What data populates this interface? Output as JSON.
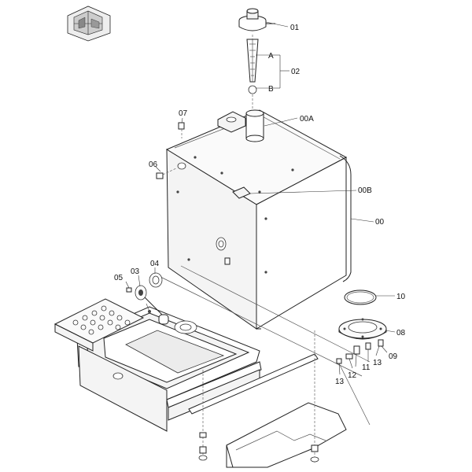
{
  "parts": [
    {
      "id": "p01",
      "label": "01"
    },
    {
      "id": "p02",
      "label": "02"
    },
    {
      "id": "pA",
      "label": "A"
    },
    {
      "id": "pB",
      "label": "B"
    },
    {
      "id": "p00A",
      "label": "00A"
    },
    {
      "id": "p07",
      "label": "07"
    },
    {
      "id": "p06",
      "label": "06"
    },
    {
      "id": "p00B",
      "label": "00B"
    },
    {
      "id": "p00",
      "label": "00"
    },
    {
      "id": "p03",
      "label": "03"
    },
    {
      "id": "p04",
      "label": "04"
    },
    {
      "id": "p05",
      "label": "05"
    },
    {
      "id": "p10",
      "label": "10"
    },
    {
      "id": "p08",
      "label": "08"
    },
    {
      "id": "p09",
      "label": "09"
    },
    {
      "id": "p11",
      "label": "11"
    },
    {
      "id": "p12",
      "label": "12"
    },
    {
      "id": "p13a",
      "label": "13"
    },
    {
      "id": "p13b",
      "label": "13"
    }
  ]
}
